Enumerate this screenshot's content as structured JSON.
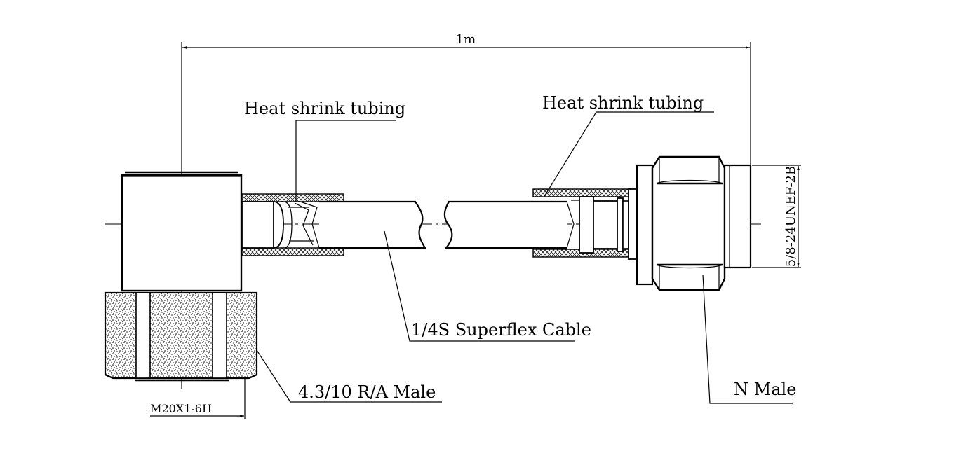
{
  "dimensions": {
    "length": "1m",
    "thread_left": "M20X1-6H",
    "thread_right": "5/8-24UNEF-2B"
  },
  "labels": {
    "heat_shrink_left": "Heat shrink tubing",
    "heat_shrink_right": "Heat shrink tubing",
    "cable": "1/4S Superflex Cable",
    "connector_left": "4.3/10 R/A Male",
    "connector_right": "N Male"
  },
  "colors": {
    "line": "#000000",
    "background": "#ffffff",
    "hatch": "#000000"
  }
}
